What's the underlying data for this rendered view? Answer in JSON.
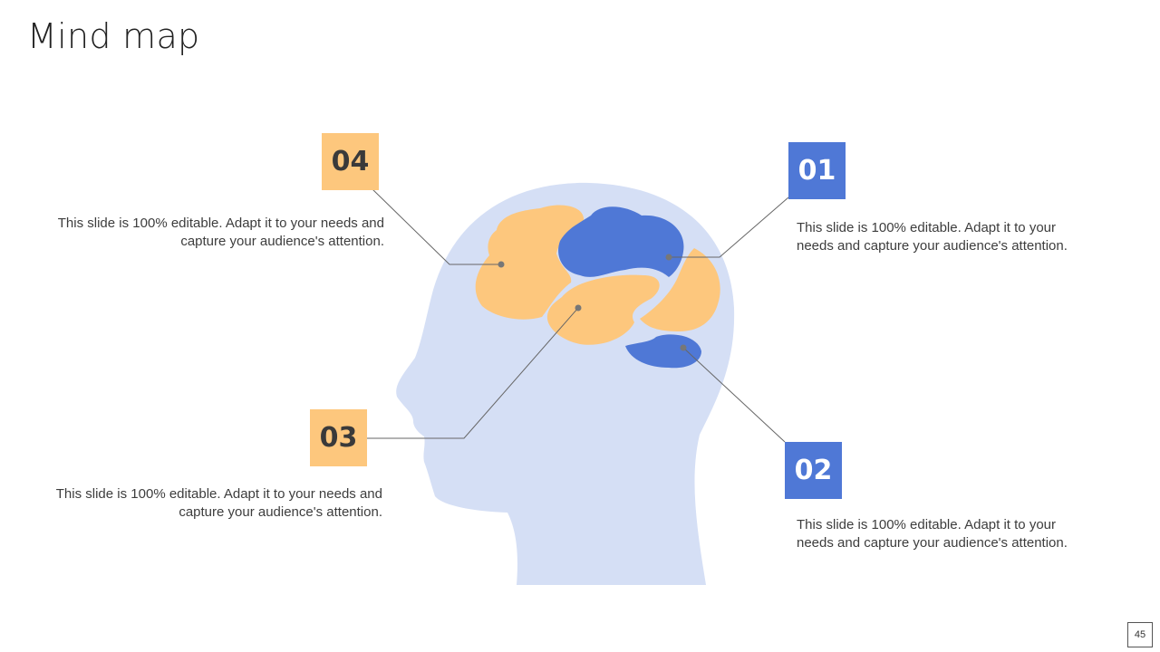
{
  "title": "Mind map",
  "colors": {
    "head": "#d5dff5",
    "blue": "#4f78d6",
    "orange": "#fdc77d",
    "connector": "#666666"
  },
  "items": [
    {
      "number": "01",
      "text": "This slide is 100% editable. Adapt it to your needs and capture your audience's attention.",
      "color": "blue"
    },
    {
      "number": "02",
      "text": "This slide is 100% editable. Adapt it to your needs and capture your audience's attention.",
      "color": "blue"
    },
    {
      "number": "03",
      "text": "This slide is 100% editable. Adapt it to your needs and capture your audience's attention.",
      "color": "orange"
    },
    {
      "number": "04",
      "text": "This slide is 100% editable. Adapt it to your needs and capture your audience's attention.",
      "color": "orange"
    }
  ],
  "page_number": "45"
}
